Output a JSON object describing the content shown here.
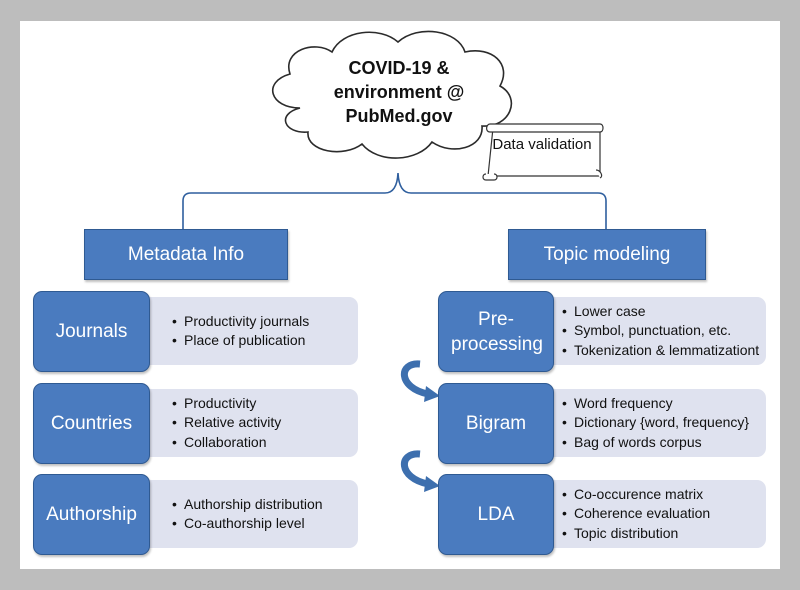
{
  "root": {
    "title": "COVID-19 & environment @ PubMed.gov"
  },
  "validation": {
    "label": "Data validation"
  },
  "branches": {
    "left": {
      "label": "Metadata Info",
      "categories": [
        {
          "name": "Journals",
          "items": [
            "Productivity journals",
            "Place of publication"
          ]
        },
        {
          "name": "Countries",
          "items": [
            "Productivity",
            "Relative activity",
            "Collaboration"
          ]
        },
        {
          "name": "Authorship",
          "items": [
            "Authorship distribution",
            "Co-authorship level"
          ]
        }
      ]
    },
    "right": {
      "label": "Topic modeling",
      "steps": [
        {
          "name": "Pre-processing",
          "items": [
            "Lower case",
            "Symbol, punctuation, etc.",
            "Tokenization & lemmatizationt"
          ]
        },
        {
          "name": "Bigram",
          "items": [
            "Word frequency",
            "Dictionary {word, frequency}",
            "Bag of words corpus"
          ]
        },
        {
          "name": "LDA",
          "items": [
            "Co-occurence matrix",
            "Coherence evaluation",
            "Topic distribution"
          ]
        }
      ]
    }
  },
  "colors": {
    "box": "#4a7bbf",
    "box_border": "#2f5a92",
    "detail": "#dfe2ef",
    "connector": "#2f5f9e",
    "frame": "#bdbdbd"
  }
}
